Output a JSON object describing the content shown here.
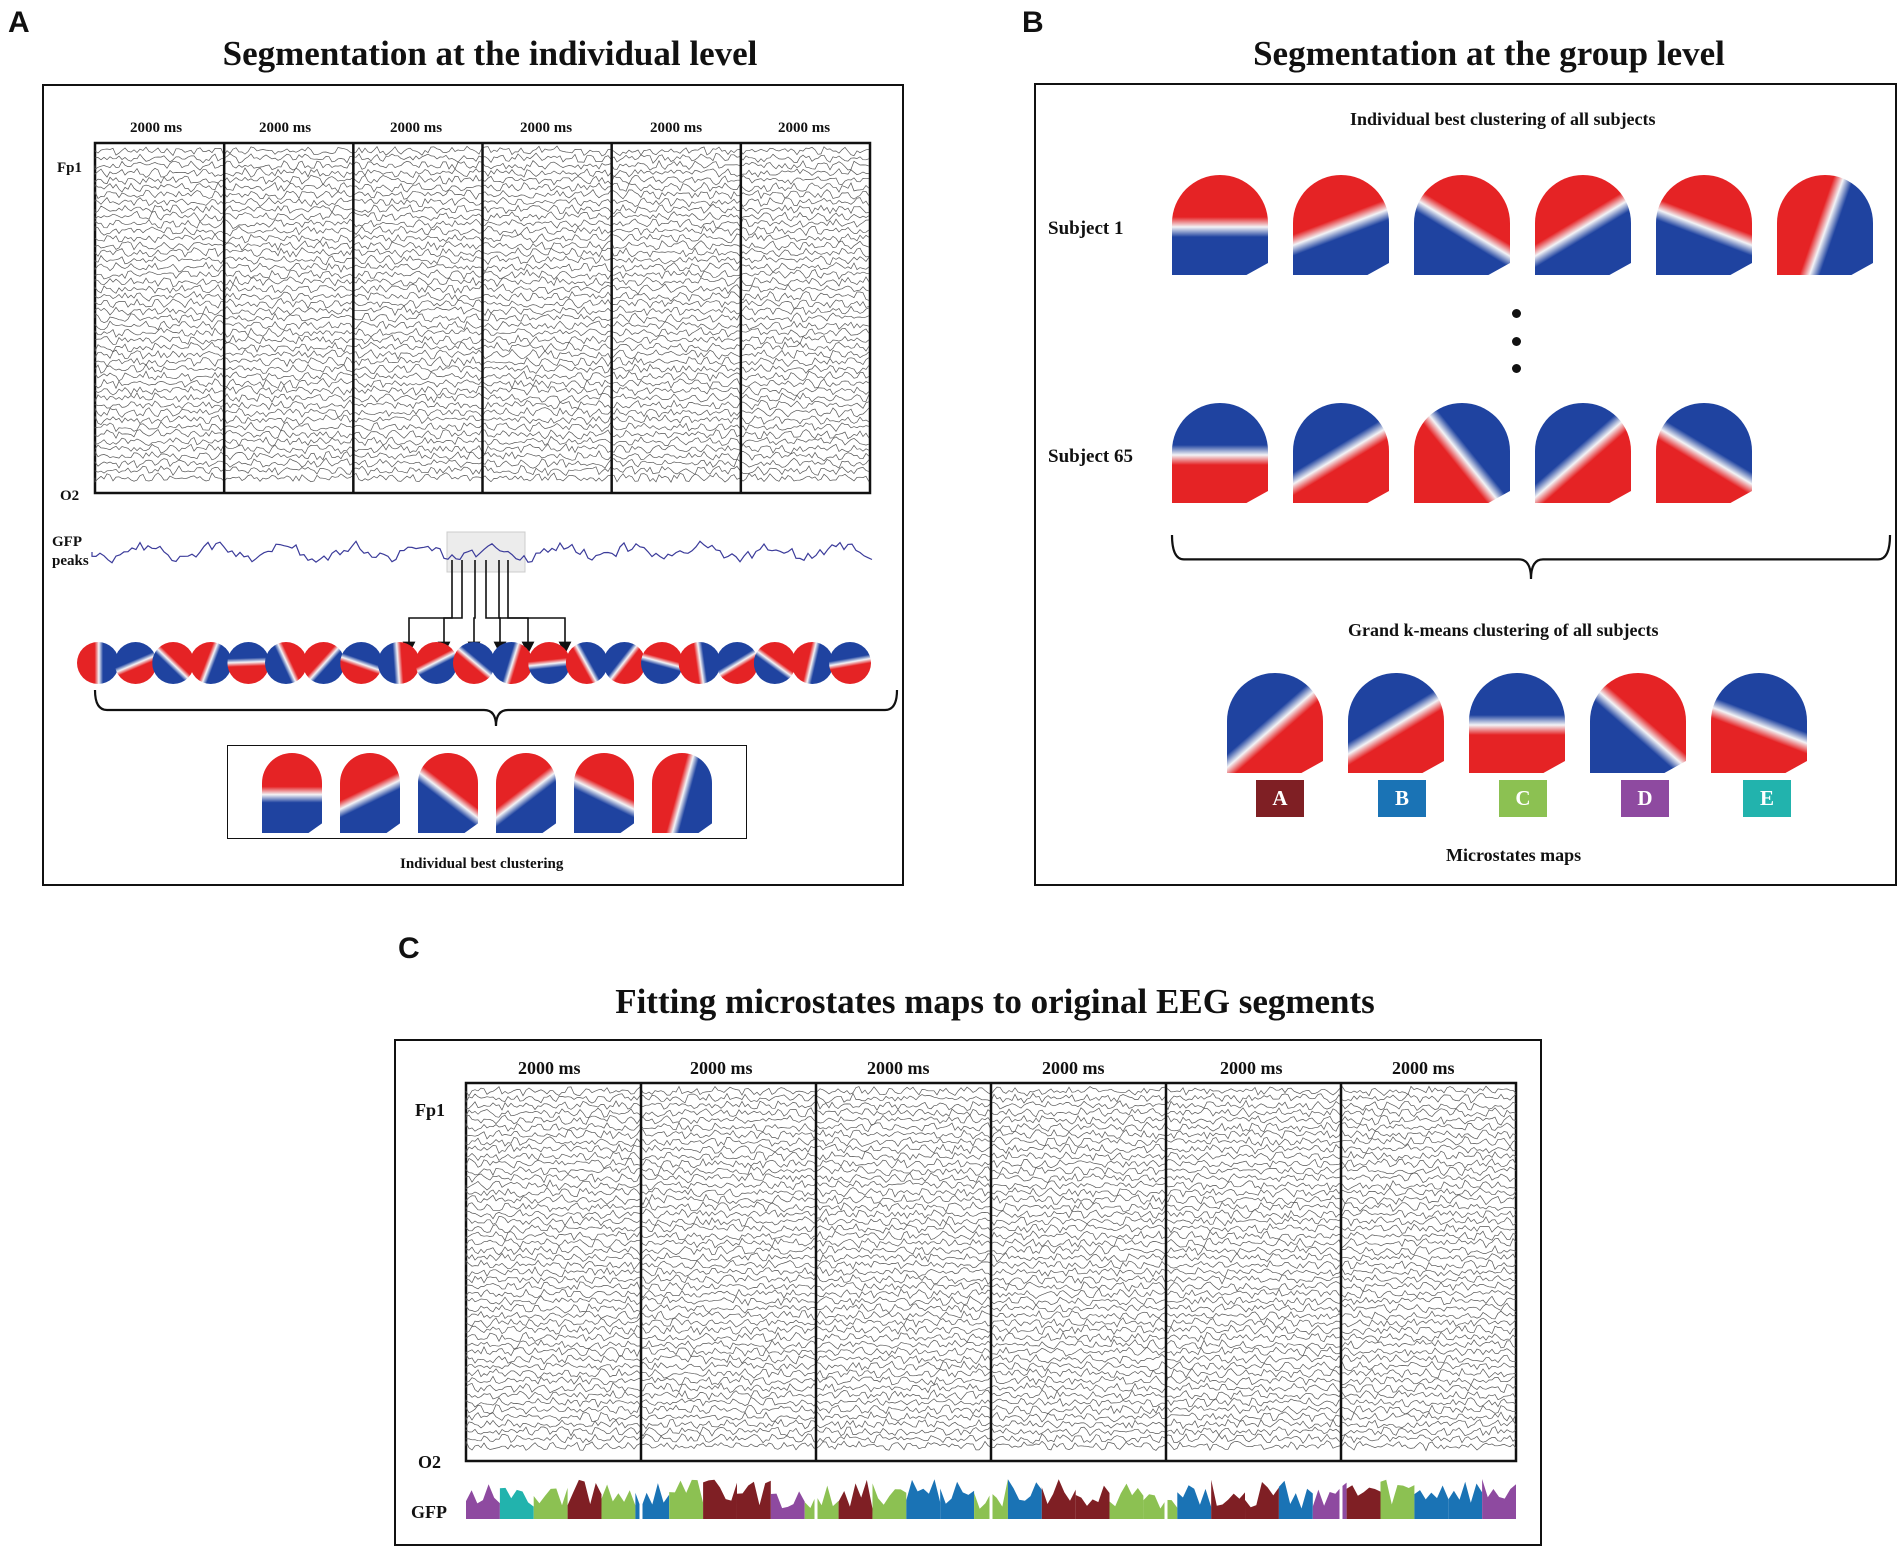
{
  "panel_a": {
    "letter": "A",
    "title": "Segmentation at the individual level",
    "segments": [
      "2000 ms",
      "2000 ms",
      "2000 ms",
      "2000 ms",
      "2000 ms",
      "2000 ms"
    ],
    "top_channel": "Fp1",
    "bottom_channel": "O2",
    "gfp_label_line1": "GFP",
    "gfp_label_line2": "peaks",
    "caption": "Individual best clustering"
  },
  "panel_b": {
    "letter": "B",
    "title": "Segmentation at the group level",
    "heading": "Individual best clustering of all subjects",
    "subject_first": "Subject 1",
    "subject_last": "Subject 65",
    "grand_heading": "Grand k-means clustering of all subjects",
    "caption": "Microstates maps",
    "microstates": [
      {
        "label": "A",
        "color": "#7f1f24"
      },
      {
        "label": "B",
        "color": "#1a73b5"
      },
      {
        "label": "C",
        "color": "#8cc152"
      },
      {
        "label": "D",
        "color": "#8e4aa0"
      },
      {
        "label": "E",
        "color": "#22b3ad"
      }
    ]
  },
  "panel_c": {
    "letter": "C",
    "title": "Fitting microstates maps to original EEG segments",
    "segments": [
      "2000 ms",
      "2000 ms",
      "2000 ms",
      "2000 ms",
      "2000 ms",
      "2000 ms"
    ],
    "top_channel": "Fp1",
    "bottom_channel": "O2",
    "gfp_label": "GFP"
  },
  "colors": {
    "positive": "#e52325",
    "negative": "#1f43a0",
    "trace": "#555555",
    "gfp_line": "#3b3b9a"
  }
}
